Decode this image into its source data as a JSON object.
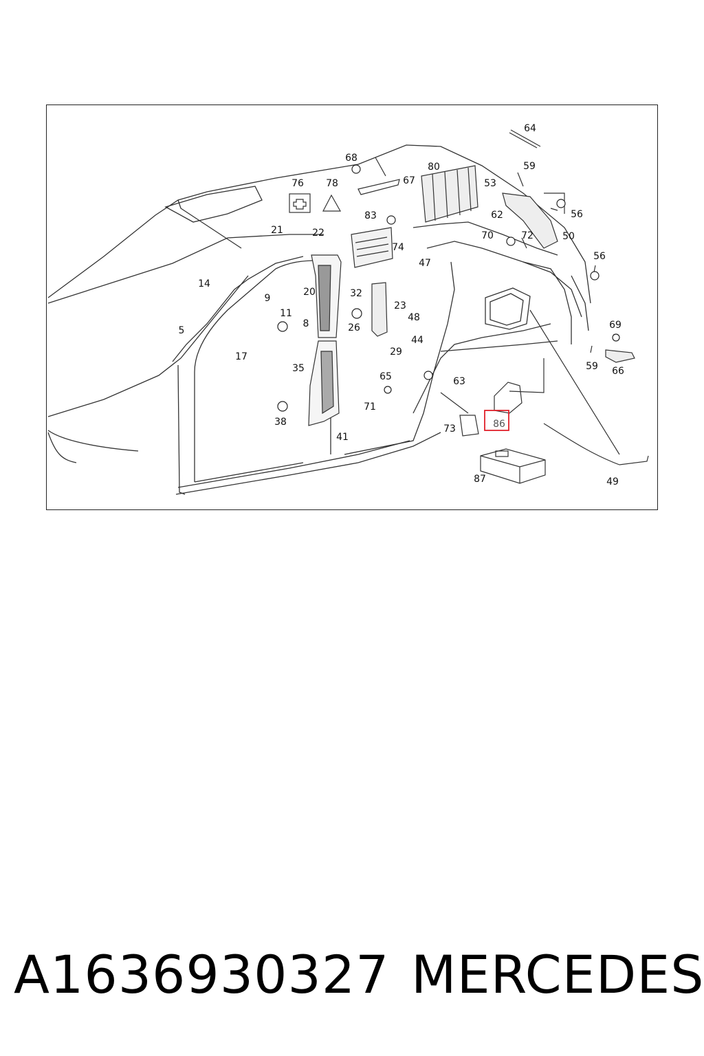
{
  "diagram": {
    "part_labels": [
      "64",
      "59",
      "68",
      "80",
      "67",
      "53",
      "76",
      "78",
      "56",
      "83",
      "62",
      "21",
      "22",
      "74",
      "70",
      "72",
      "50",
      "47",
      "56",
      "14",
      "20",
      "32",
      "9",
      "23",
      "11",
      "8",
      "26",
      "48",
      "69",
      "5",
      "44",
      "29",
      "59",
      "66",
      "17",
      "35",
      "65",
      "63",
      "71",
      "38",
      "73",
      "86",
      "41",
      "87",
      "49"
    ],
    "highlighted_label": "86",
    "highlight_color": "#e0202a"
  },
  "footer": {
    "part_number": "A1636930327",
    "brand": "MERCEDES"
  }
}
